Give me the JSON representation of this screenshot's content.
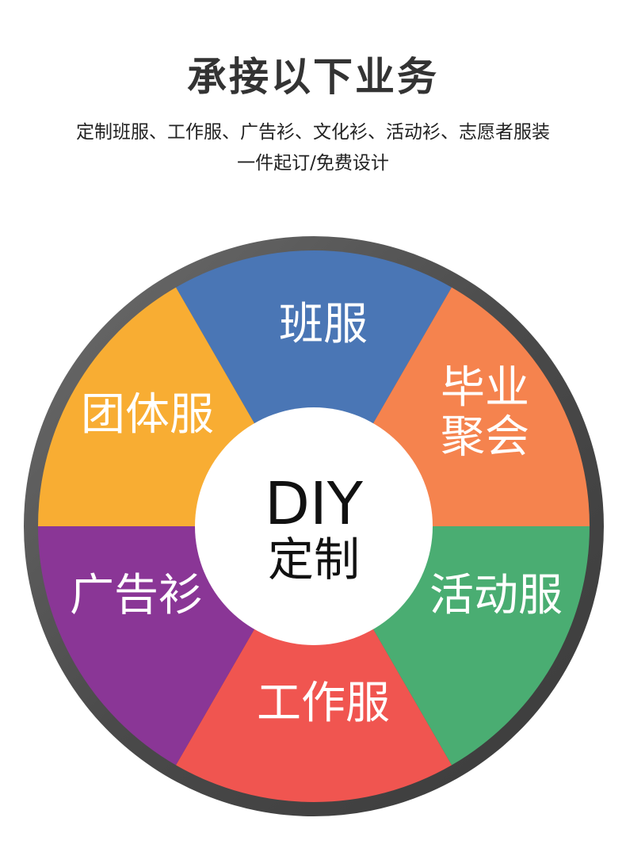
{
  "header": {
    "title": "承接以下业务",
    "subtitle_line1": "定制班服、工作服、广告衫、文化衫、活动衫、志愿者服装",
    "subtitle_line2": "一件起订/免费设计"
  },
  "wheel": {
    "center": {
      "line1": "DIY",
      "line2": "定制"
    },
    "segments": [
      {
        "name": "segment-top",
        "lines": [
          "班服"
        ],
        "color": "#4a76b5"
      },
      {
        "name": "segment-upper-right",
        "lines": [
          "毕业",
          "聚会"
        ],
        "color": "#f5834e"
      },
      {
        "name": "segment-lower-right",
        "lines": [
          "活动服"
        ],
        "color": "#4aad72"
      },
      {
        "name": "segment-bottom",
        "lines": [
          "工作服"
        ],
        "color": "#f05550"
      },
      {
        "name": "segment-lower-left",
        "lines": [
          "广告衫"
        ],
        "color": "#8a3696"
      },
      {
        "name": "segment-upper-left",
        "lines": [
          "团体服"
        ],
        "color": "#f8ad33"
      }
    ],
    "ring_color": "#5a5a5a",
    "center_color": "#ffffff"
  }
}
